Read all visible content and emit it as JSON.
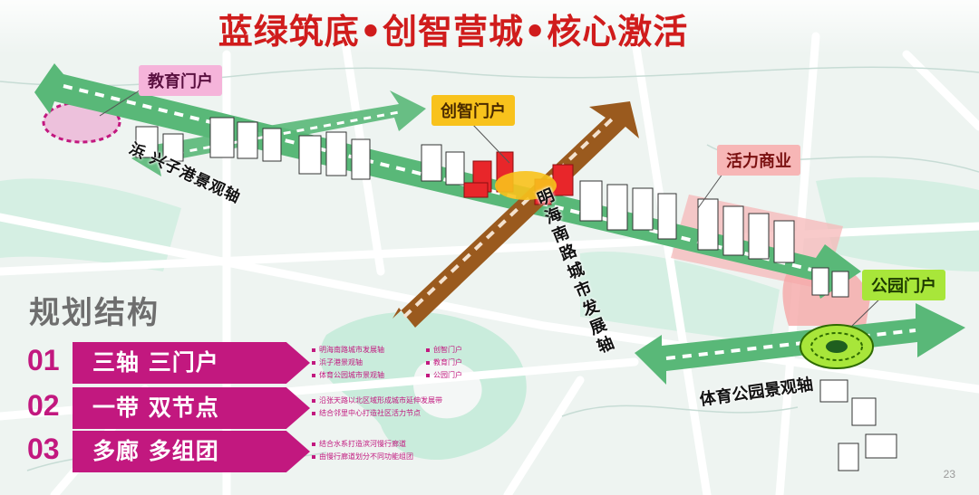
{
  "title": "蓝绿筑底•创智营城•核心激活",
  "gates": {
    "education": "教育门户",
    "innovation": "创智门户",
    "commerce": "活力商业",
    "park": "公园门户"
  },
  "axes": {
    "sports": "体育公园景观轴",
    "xingzi": "浜 兴子港景观轴",
    "minghai": "明海南路城市发展轴"
  },
  "structure": {
    "heading": "规划结构",
    "rows": [
      {
        "num": "01",
        "label": "三轴 三门户",
        "notes_left": [
          "明海南路城市发展轴",
          "浜子港景观轴",
          "体育公园城市景观轴"
        ],
        "notes_right": [
          "创智门户",
          "教育门户",
          "公园门户"
        ]
      },
      {
        "num": "02",
        "label": "一带 双节点",
        "notes_left": [
          "沿张天路以北区域形成城市延伸发展带",
          "结合邻里中心打造社区活力节点"
        ],
        "notes_right": []
      },
      {
        "num": "03",
        "label": "多廊 多组团",
        "notes_left": [
          "结合水系打造滨河慢行廊道",
          "由慢行廊道划分不同功能组团"
        ],
        "notes_right": []
      }
    ]
  },
  "page_number": "23",
  "colors": {
    "title_red": "#d01c1c",
    "magenta": "#c2187f",
    "axis_green": "#59b878",
    "axis_brown": "#9a5a1e",
    "water_green": "#c9ecdc",
    "gate_yellow": "#f8c21c",
    "gate_pink": "#f5b4da",
    "gate_salmon": "#f7b6b6",
    "gate_lime": "#a8e63a"
  }
}
